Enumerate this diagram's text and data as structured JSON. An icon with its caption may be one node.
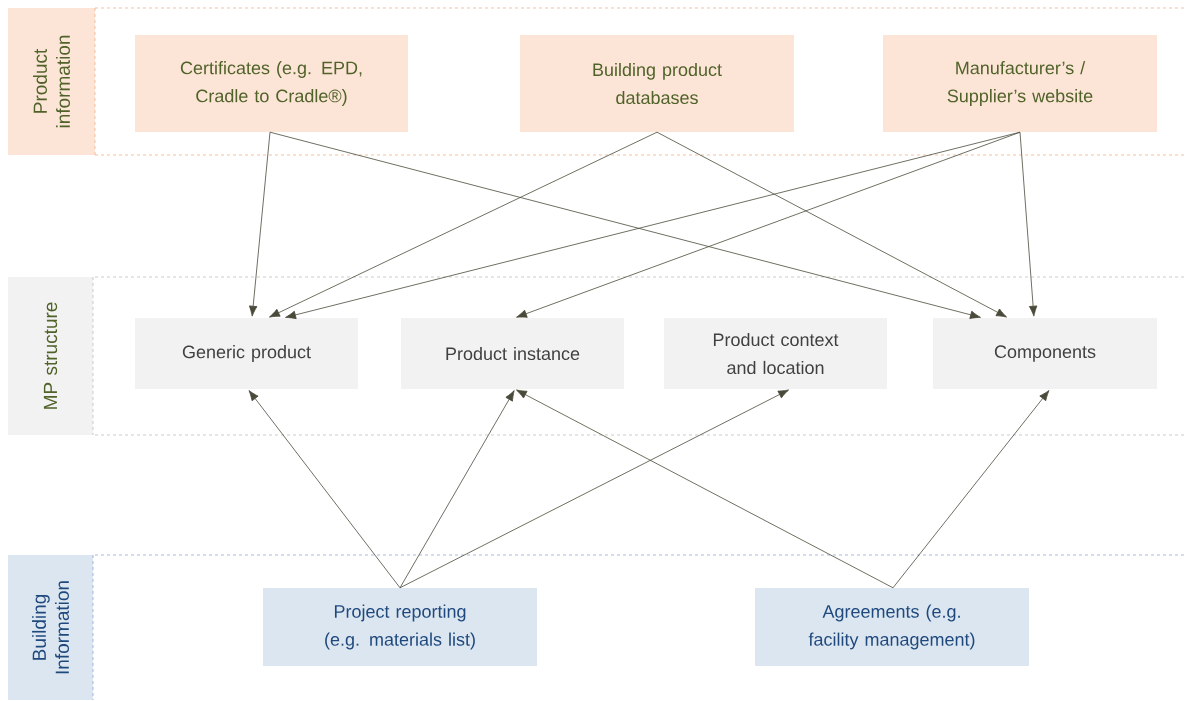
{
  "diagram": {
    "nodes": [
      {
        "text": [
          "Product information"
        ]
      },
      {
        "text": [
          "Certificates (e.g. EPD, Cradle to Cradle®)"
        ]
      },
      {
        "text": [
          "Building product databases"
        ]
      },
      {
        "text": [
          "Manufacturer’s / Supplier’s website"
        ]
      },
      {
        "text": [
          "MP structure"
        ]
      },
      {
        "text": [
          "Generic product"
        ]
      },
      {
        "text": [
          "Product instance"
        ]
      },
      {
        "text": [
          "Product context and location"
        ]
      },
      {
        "text": [
          "Components"
        ]
      },
      {
        "text": [
          "Building Information"
        ]
      },
      {
        "text": [
          "Project reporting (e.g. materials list)"
        ]
      },
      {
        "text": [
          "Agreements (e.g. facility management)"
        ]
      }
    ],
    "edges": [
      {
        "from": 1,
        "to": 5,
        "arrow": "to"
      },
      {
        "from": 1,
        "to": 8,
        "arrow": "to"
      },
      {
        "from": 2,
        "to": 5,
        "arrow": "to"
      },
      {
        "from": 2,
        "to": 8,
        "arrow": "to"
      },
      {
        "from": 3,
        "to": 5,
        "arrow": "to"
      },
      {
        "from": 3,
        "to": 6,
        "arrow": "to"
      },
      {
        "from": 3,
        "to": 8,
        "arrow": "to"
      },
      {
        "from": 10,
        "to": 5,
        "arrow": "to"
      },
      {
        "from": 10,
        "to": 6,
        "arrow": "to"
      },
      {
        "from": 10,
        "to": 7,
        "arrow": "to"
      },
      {
        "from": 11,
        "to": 6,
        "arrow": "to"
      },
      {
        "from": 11,
        "to": 8,
        "arrow": "to"
      }
    ]
  }
}
